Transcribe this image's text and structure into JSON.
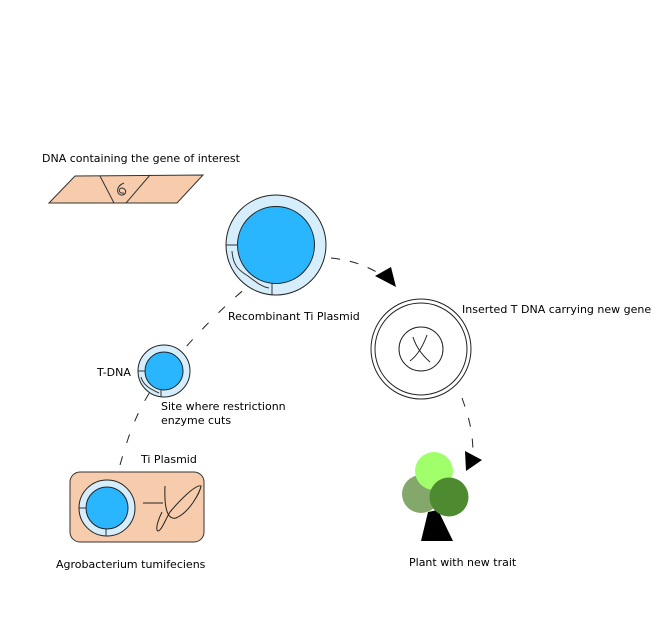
{
  "labels": {
    "dna_gene": "DNA containing the gene of interest",
    "recombinant": "Recombinant Ti Plasmid",
    "tdna": "T-DNA",
    "site_line1": "Site where restrictionn",
    "site_line2": "enzyme cuts",
    "ti_plasmid": "Ti Plasmid",
    "agrobacterium": "Agrobacterium tumifeciens",
    "inserted": "Inserted T DNA carrying new gene",
    "plant": "Plant with new trait"
  },
  "colors": {
    "dna_fill": "#f7ccac",
    "plasmid_outer": "#d6eefc",
    "plasmid_inner": "#29b6ff",
    "leaf_light": "#a2ff6c",
    "leaf_mid": "#84a76c",
    "leaf_dark": "#4e8a30"
  }
}
